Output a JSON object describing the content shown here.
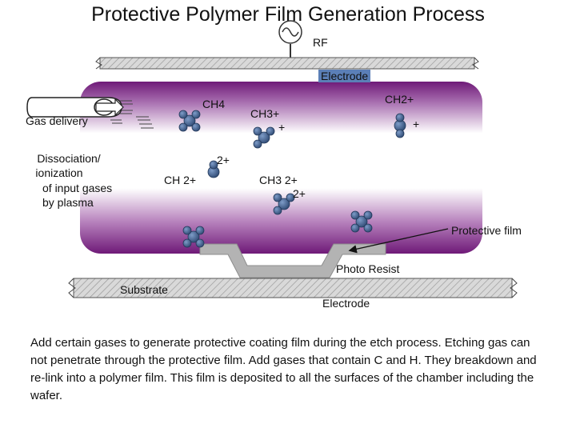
{
  "title": "Protective Polymer Film Generation Process",
  "labels": {
    "rf": "RF",
    "electrode_top": "Electrode",
    "electrode_bottom": "Electrode",
    "gas_delivery": "Gas delivery",
    "dissociation_lines": [
      "Dissociation/",
      "ionization",
      "of input gases",
      "by plasma"
    ],
    "ch4": "CH4",
    "ch3_plus": "CH3+",
    "ch3_plus_charge": "+",
    "ch2_plus": "CH2+",
    "ch2_plus_charge": "+",
    "ch2_2plus": "CH 2+",
    "ch2_2plus_charge": "2+",
    "ch3_2plus": "CH3 2+",
    "ch3_2plus_charge": "2+",
    "protective_film": "Protective film",
    "photo_resist": "Photo Resist",
    "substrate": "Substrate"
  },
  "caption": "Add certain gases to generate protective coating film during the etch process.  Etching gas can not penetrate through the protective film.  Add gases that contain C and H.  They breakdown and re-link into a polymer film.  This film is deposited to all the surfaces of the chamber including the wafer.",
  "colors": {
    "plasma_dark": "#6f1a78",
    "plasma_light": "#ffffff",
    "molecule": "#3e5e8c",
    "electrode_tag": "#5b7fb7",
    "photo_resist": "#b3b3b3"
  }
}
